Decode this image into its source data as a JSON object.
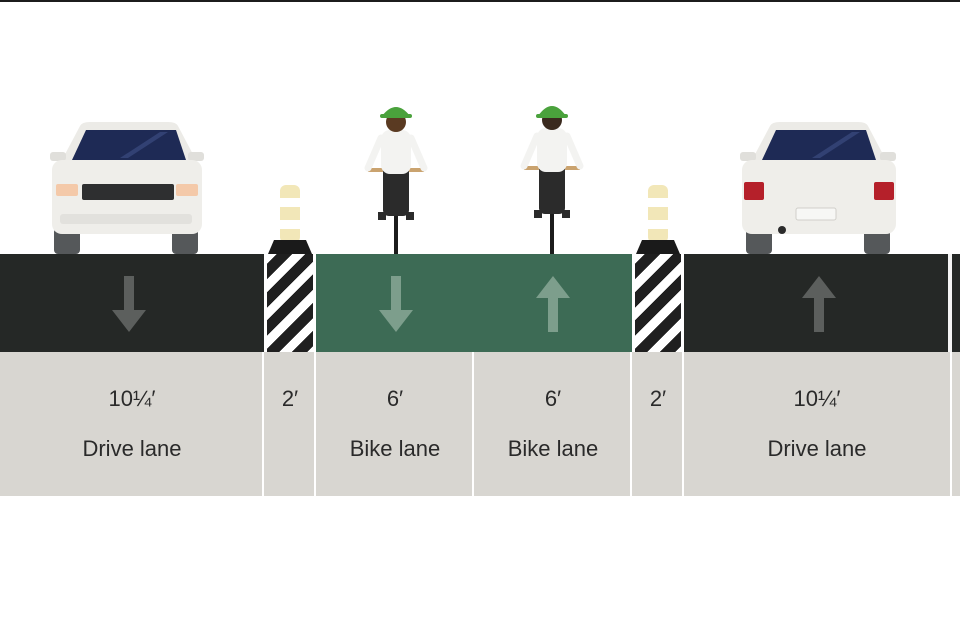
{
  "lanes": [
    {
      "width": "10¼′",
      "type": "Drive lane"
    },
    {
      "width": "2′"
    },
    {
      "width": "6′",
      "type": "Bike lane"
    },
    {
      "width": "6′",
      "type": "Bike lane"
    },
    {
      "width": "2′"
    },
    {
      "width": "10¼′",
      "type": "Drive lane"
    }
  ],
  "colors": {
    "drive_lane": "#252826",
    "bike_lane": "#3d6b55",
    "label_band": "#d8d6d1",
    "helmet": "#4aa23c",
    "bollard": "#f2e7b8"
  },
  "icons": [
    "car-front-icon",
    "bollard-icon",
    "cyclist-front-icon",
    "cyclist-rear-icon",
    "car-rear-icon",
    "arrow-down-icon",
    "arrow-up-icon",
    "buffer-hatch-icon"
  ]
}
